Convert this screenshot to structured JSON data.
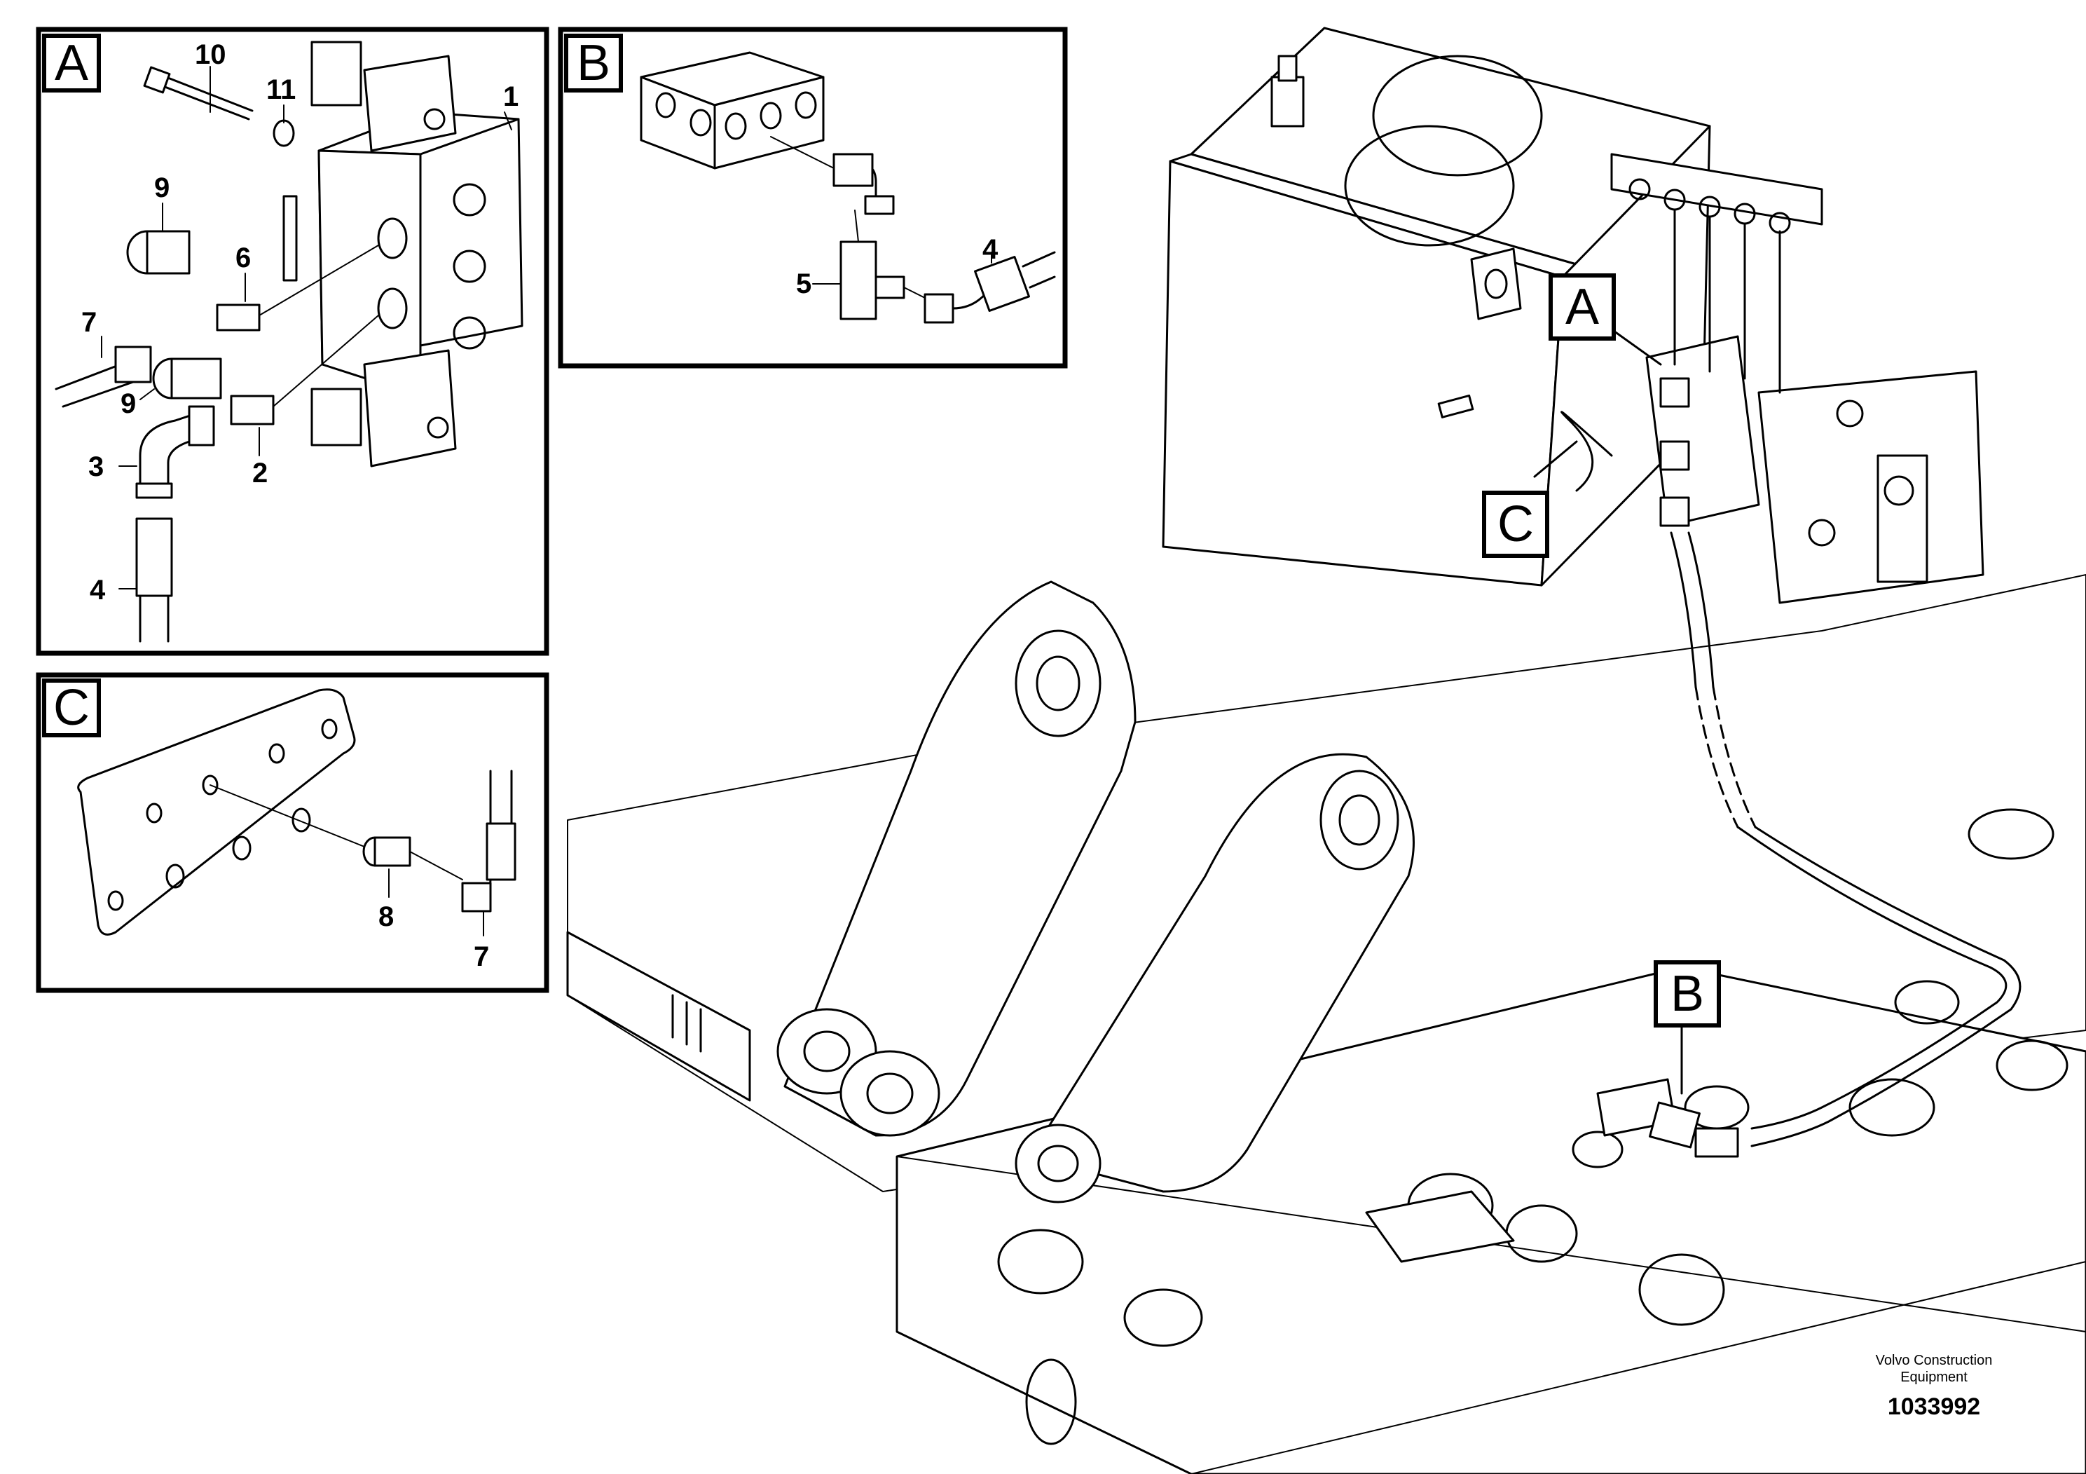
{
  "detail_views": {
    "A": {
      "letter": "A",
      "parts": [
        "10",
        "11",
        "1",
        "9",
        "6",
        "7",
        "9",
        "3",
        "2",
        "4"
      ]
    },
    "B": {
      "letter": "B",
      "parts": [
        "5",
        "4"
      ]
    },
    "C": {
      "letter": "C",
      "parts": [
        "8",
        "7"
      ]
    }
  },
  "callouts": {
    "A": "A",
    "B": "B",
    "C": "C"
  },
  "footer": {
    "brand_line1": "Volvo Construction",
    "brand_line2": "Equipment",
    "drawing_number": "1033992"
  }
}
